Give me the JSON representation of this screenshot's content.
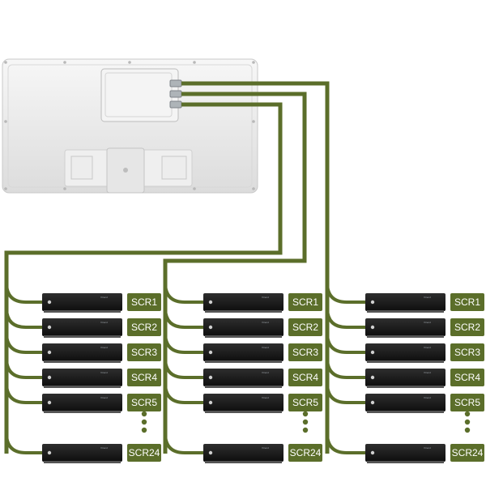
{
  "colors": {
    "cable": "#5b6e2a",
    "label_bg": "#5b6e2a",
    "label_text": "#ffffff",
    "antenna_body": "#ececec",
    "antenna_edge": "#c9c9c9",
    "receiver_body": "#1b1b1b"
  },
  "icons": {
    "antenna": "flat-satellite-antenna-icon",
    "receiver": "set-top-box-receiver-icon",
    "ellipsis": "vertical-ellipsis-dots"
  },
  "groups": [
    {
      "name": "receiver-group-1",
      "labels": [
        "SCR1",
        "SCR2",
        "SCR3",
        "SCR4",
        "SCR5",
        "SCR24"
      ],
      "brand": "Xtrend"
    },
    {
      "name": "receiver-group-2",
      "labels": [
        "SCR1",
        "SCR2",
        "SCR3",
        "SCR4",
        "SCR5",
        "SCR24"
      ],
      "brand": "Xtrend"
    },
    {
      "name": "receiver-group-3",
      "labels": [
        "SCR1",
        "SCR2",
        "SCR3",
        "SCR4",
        "SCR5",
        "SCR24"
      ],
      "brand": "Xtrend"
    }
  ]
}
